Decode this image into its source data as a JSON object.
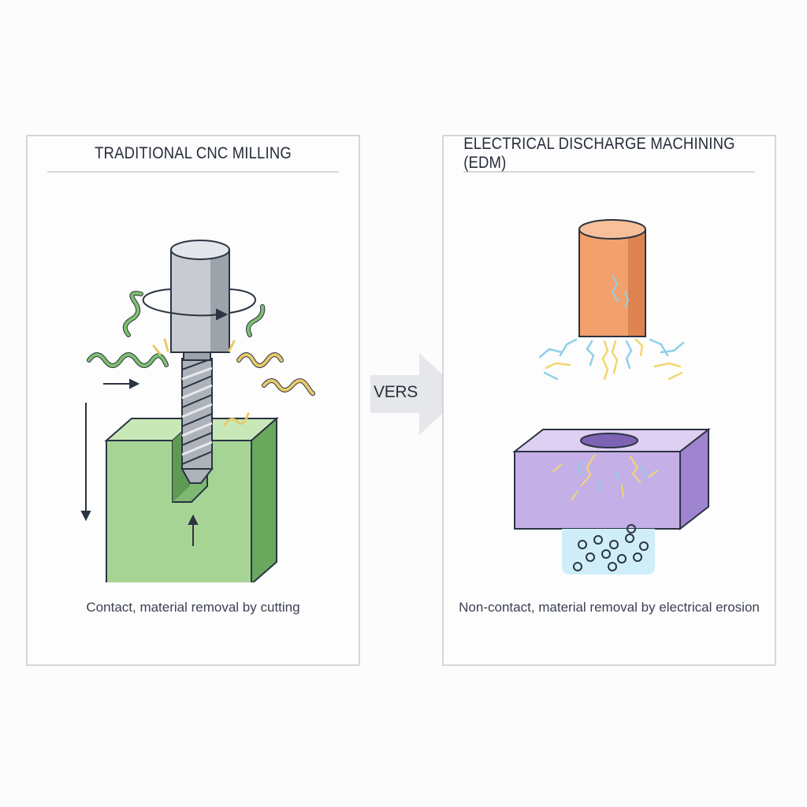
{
  "panels": {
    "left": {
      "title": "TRADITIONAL CNC MILLING",
      "caption": "Contact, material removal by cutting",
      "colors": {
        "workpiece": "#a6d495",
        "workpiece_side": "#6aa85e",
        "tool": "#b9bec4",
        "chips_green": "#7fbf6f",
        "chips_yellow": "#e8c96a"
      }
    },
    "right": {
      "title": "ELECTRICAL DISCHARGE MACHINING (EDM)",
      "caption": "Non-contact, material removal by electrical erosion",
      "colors": {
        "electrode": "#f2a06c",
        "workpiece": "#c4b0e6",
        "workpiece_side": "#9f84cf",
        "sparks_blue": "#8fd0ea",
        "sparks_yellow": "#f2d66e",
        "dielectric": "#cfeefa"
      }
    }
  },
  "vs": {
    "label": "VERS"
  }
}
